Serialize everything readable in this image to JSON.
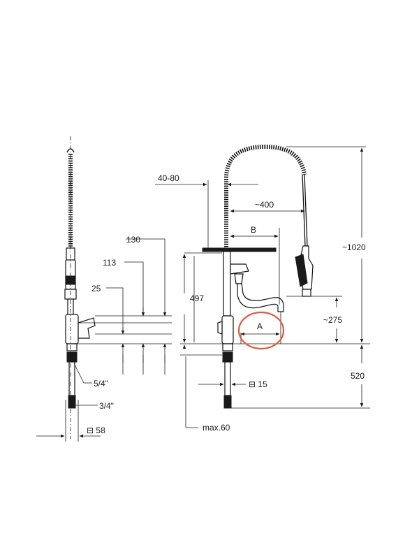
{
  "labels": {
    "hose_offset": "40-80",
    "reach": "~400",
    "b": "B",
    "a": "A",
    "total_height": "~1020",
    "spout_height": "497",
    "spray_height": "~275",
    "below_counter": "520",
    "hex_right": "⊟ 15",
    "max_thickness": "max.60",
    "h130": "130",
    "h113": "113",
    "h25": "25",
    "thread_54": "5/4\"",
    "thread_34": "3/4\"",
    "hex_left": "⊟ 58"
  },
  "highlight": {
    "color": "#e05a3a",
    "target": "A"
  },
  "colors": {
    "line": "#1a1a1a",
    "background": "#ffffff"
  }
}
